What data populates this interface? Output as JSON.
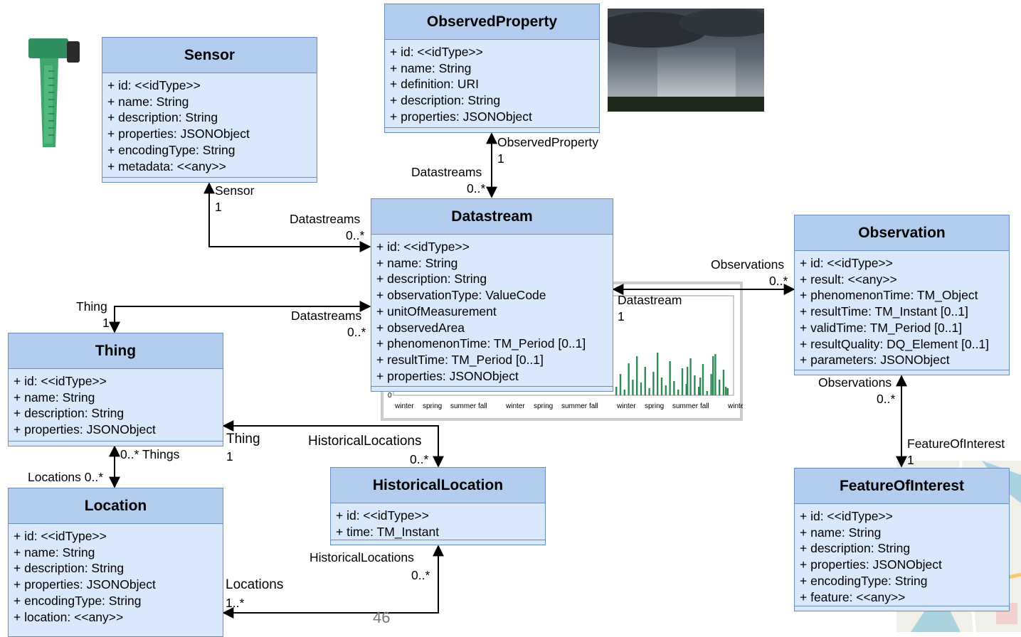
{
  "classes": {
    "sensor": {
      "name": "Sensor",
      "attrs": [
        "+ id: <<idType>>",
        "+ name: String",
        "+ description: String",
        "+ properties: JSONObject",
        "+ encodingType: String",
        "+ metadata: <<any>>"
      ]
    },
    "observedProperty": {
      "name": "ObservedProperty",
      "attrs": [
        "+ id: <<idType>>",
        "+ name: String",
        "+ definition: URI",
        "+ description: String",
        "+ properties: JSONObject"
      ]
    },
    "datastream": {
      "name": "Datastream",
      "attrs": [
        "+ id: <<idType>>",
        "+ name: String",
        "+ description: String",
        "+ observationType: ValueCode",
        "+ unitOfMeasurement",
        "+ observedArea",
        "+ phenomenonTime: TM_Period [0..1]",
        "+ resultTime: TM_Period [0..1]",
        "+ properties: JSONObject"
      ]
    },
    "observation": {
      "name": "Observation",
      "attrs": [
        "+ id: <<idType>>",
        "+ result: <<any>>",
        "+ phenomenonTime: TM_Object",
        "+ resultTime: TM_Instant [0..1]",
        "+ validTime: TM_Period [0..1]",
        "+ resultQuality: DQ_Element [0..1]",
        "+ parameters: JSONObject"
      ]
    },
    "thing": {
      "name": "Thing",
      "attrs": [
        "+ id: <<idType>>",
        "+ name: String",
        "+ description: String",
        "+ properties: JSONObject"
      ]
    },
    "location": {
      "name": "Location",
      "attrs": [
        "+ id: <<idType>>",
        "+ name: String",
        "+ description: String",
        "+ properties: JSONObject",
        "+ encodingType: String",
        "+ location: <<any>>"
      ]
    },
    "historicalLocation": {
      "name": "HistoricalLocation",
      "attrs": [
        "+ id: <<idType>>",
        "+ time: TM_Instant"
      ]
    },
    "featureOfInterest": {
      "name": "FeatureOfInterest",
      "attrs": [
        "+ id: <<idType>>",
        "+ name: String",
        "+ description: String",
        "+ properties: JSONObject",
        "+ encodingType: String",
        "+ feature: <<any>>"
      ]
    }
  },
  "labels": {
    "op_role": "ObservedProperty",
    "op_mult": "1",
    "ds_from_op_role": "Datastreams",
    "ds_from_op_mult": "0..*",
    "sensor_role": "Sensor",
    "sensor_mult": "1",
    "ds_from_sensor_role": "Datastreams",
    "ds_from_sensor_mult": "0..*",
    "thing_role": "Thing",
    "thing_mult": "1",
    "ds_from_thing_role": "Datastreams",
    "ds_from_thing_mult": "0..*",
    "obs_role": "Observations",
    "obs_mult": "0..*",
    "ds_from_obs_role": "Datastream",
    "ds_from_obs_mult": "1",
    "obs_from_foi_role": "Observations",
    "obs_from_foi_mult": "0..*",
    "foi_role": "FeatureOfInterest",
    "foi_mult": "1",
    "things_label": "0..* Things",
    "locations_label": "Locations 0..*",
    "thing_from_hl_role": "Thing",
    "thing_from_hl_mult": "1",
    "hl_from_thing_role": "HistoricalLocations",
    "hl_from_thing_mult": "0..*",
    "hl_from_loc_role": "HistoricalLocations",
    "hl_from_loc_mult": "0..*",
    "loc_from_hl_role": "Locations",
    "loc_from_hl_mult": "1..*"
  },
  "chart_axis": [
    "winter",
    "spring",
    "summer",
    "fall",
    "winter",
    "spring",
    "summer",
    "fall",
    "winter",
    "spring",
    "summer",
    "fall",
    "winter"
  ],
  "chart_zero": "0",
  "page_number": "46",
  "colors": {
    "class_fill": "#dae8fc",
    "class_border": "#6c8ebf",
    "class_header": "#b3cdee",
    "rain_bars": "#2e8b57"
  }
}
